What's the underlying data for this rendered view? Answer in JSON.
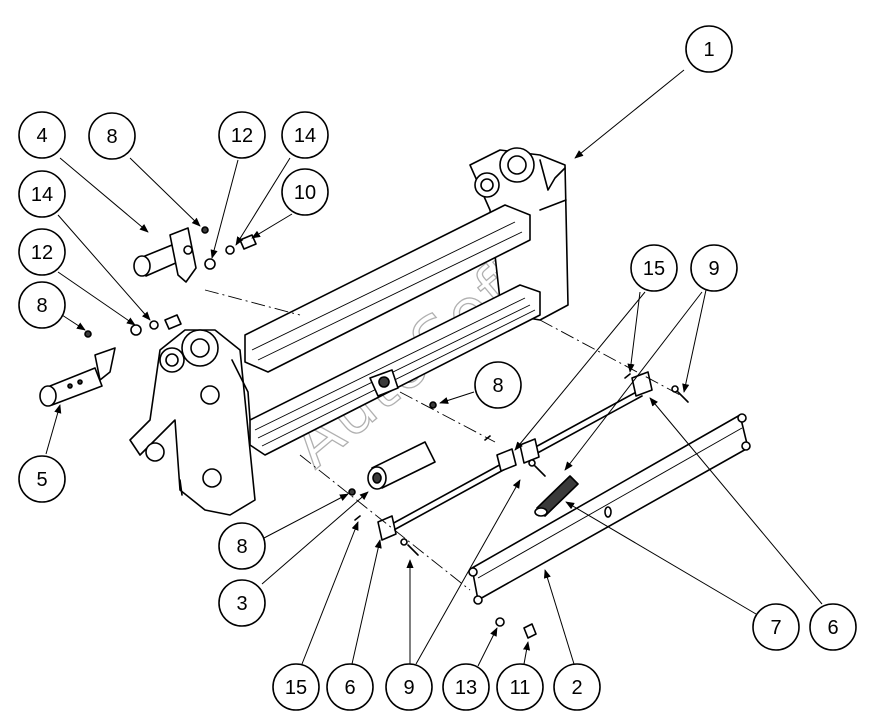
{
  "watermark": "AutoSoft",
  "callouts": [
    {
      "label": "1"
    },
    {
      "label": "4"
    },
    {
      "label": "8"
    },
    {
      "label": "12"
    },
    {
      "label": "14"
    },
    {
      "label": "10"
    },
    {
      "label": "14"
    },
    {
      "label": "12"
    },
    {
      "label": "8"
    },
    {
      "label": "8"
    },
    {
      "label": "15"
    },
    {
      "label": "9"
    },
    {
      "label": "5"
    },
    {
      "label": "8"
    },
    {
      "label": "3"
    },
    {
      "label": "15"
    },
    {
      "label": "6"
    },
    {
      "label": "9"
    },
    {
      "label": "13"
    },
    {
      "label": "11"
    },
    {
      "label": "2"
    },
    {
      "label": "7"
    },
    {
      "label": "6"
    }
  ]
}
